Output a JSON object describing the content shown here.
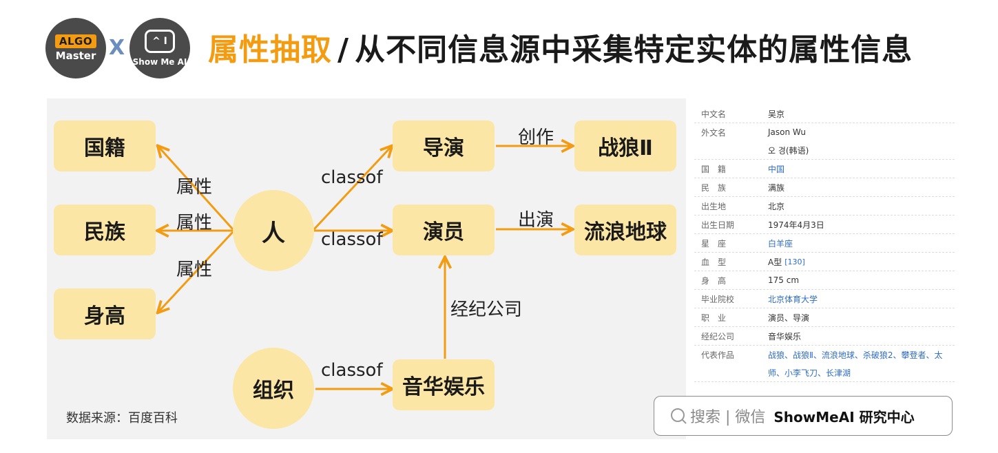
{
  "header": {
    "logo_algo_tag": "ALGO",
    "logo_algo_sub": "Master",
    "logo_x": "X",
    "logo_show_face": "^ I",
    "logo_show_sub": "Show Me AI",
    "title_main": "属性抽取",
    "title_sep": "/",
    "title_sub": "从不同信息源中采集特定实体的属性信息"
  },
  "diagram": {
    "nodes": {
      "nationality": "国籍",
      "ethnicity": "民族",
      "height": "身高",
      "person": "人",
      "organization": "组织",
      "director": "导演",
      "actor": "演员",
      "company": "音华娱乐",
      "wolf_warrior": "战狼Ⅱ",
      "wandering_earth": "流浪地球"
    },
    "edge_labels": {
      "attr_nationality": "属性",
      "attr_ethnicity": "属性",
      "attr_height": "属性",
      "classof_director": "classof",
      "classof_actor": "classof",
      "classof_company": "classof",
      "create": "创作",
      "act_in": "出演",
      "agency": "经纪公司"
    },
    "source_note": "数据来源：百度百科"
  },
  "info_table": {
    "rows": [
      {
        "key": "中文名",
        "value": "吴京",
        "link": false
      },
      {
        "key": "外文名",
        "value": "Jason Wu",
        "link": false
      },
      {
        "key": "",
        "value": "오 경(韩语)",
        "link": false
      },
      {
        "key": "国　籍",
        "value": "中国",
        "link": true
      },
      {
        "key": "民　族",
        "value": "满族",
        "link": false
      },
      {
        "key": "出生地",
        "value": "北京",
        "link": false
      },
      {
        "key": "出生日期",
        "value": "1974年4月3日",
        "link": false
      },
      {
        "key": "星　座",
        "value": "白羊座",
        "link": true
      },
      {
        "key": "血　型",
        "value": "A型",
        "link": false,
        "ref": "[130]"
      },
      {
        "key": "身　高",
        "value": "175 cm",
        "link": false
      },
      {
        "key": "毕业院校",
        "value": "北京体育大学",
        "link": true
      },
      {
        "key": "职　业",
        "value": "演员、导演",
        "link": false
      },
      {
        "key": "经纪公司",
        "value": "音华娱乐",
        "link": false
      },
      {
        "key": "代表作品",
        "value": "战狼、战狼Ⅱ、流浪地球、杀破狼2、攀登者、太",
        "link": true
      },
      {
        "key": "",
        "value": "师、小李飞刀、长津湖",
        "link": true
      }
    ]
  },
  "search": {
    "text": "搜索 | 微信",
    "brand": "ShowMeAI 研究中心"
  },
  "colors": {
    "accent": "#f39c12",
    "node_fill": "#fce6a5",
    "panel_bg": "#f2f2f2",
    "link": "#2e6bc6"
  }
}
